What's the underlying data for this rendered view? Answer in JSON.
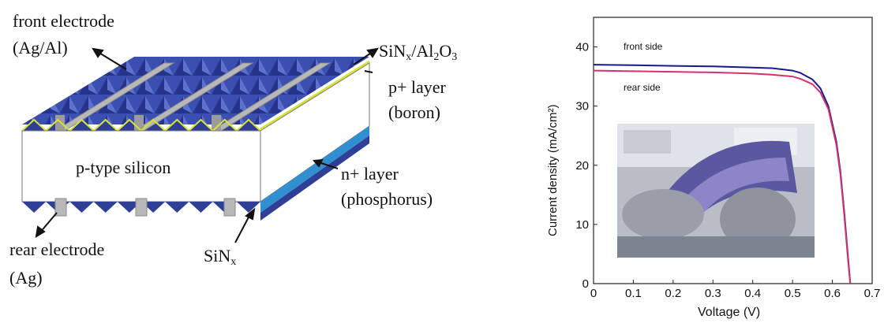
{
  "diagram": {
    "labels": {
      "front_electrode": [
        "front electrode",
        "(Ag/Al)"
      ],
      "sinx_al2o3": {
        "a": "SiN",
        "a_sub": "x",
        "b": "/Al",
        "b_sub": "2",
        "c": "O",
        "c_sub": "3"
      },
      "p_layer": [
        "p+ layer",
        "(boron)"
      ],
      "silicon": "p-type silicon",
      "n_layer": [
        "n+ layer",
        "(phosphorus)"
      ],
      "rear_electrode": [
        "rear electrode",
        "(Ag)"
      ],
      "sinx": {
        "a": "SiN",
        "a_sub": "x"
      }
    },
    "colors": {
      "pyramid": "#2e3f95",
      "electrode": "#b8b8b8",
      "p_layer": "#d8e23a",
      "n_layer": "#2f8fd0"
    }
  },
  "chart_data": {
    "type": "line",
    "xlabel": "Voltage (V)",
    "ylabel": "Current density (mA/cm²)",
    "xlim": [
      0,
      0.7
    ],
    "ylim": [
      0,
      45
    ],
    "xticks": [
      "0",
      "0.1",
      "0.2",
      "0.3",
      "0.4",
      "0.5",
      "0.6",
      "0.7"
    ],
    "yticks": [
      "0",
      "10",
      "20",
      "30",
      "40"
    ],
    "series": [
      {
        "name": "front side",
        "color": "#1a1a8c",
        "x": [
          0,
          0.1,
          0.2,
          0.3,
          0.4,
          0.45,
          0.5,
          0.52,
          0.55,
          0.57,
          0.59,
          0.61,
          0.62,
          0.63,
          0.64,
          0.645
        ],
        "y": [
          37.0,
          36.9,
          36.8,
          36.7,
          36.5,
          36.4,
          36.0,
          35.6,
          34.5,
          33.0,
          30.0,
          24.0,
          19.0,
          12.0,
          4.0,
          0
        ]
      },
      {
        "name": "rear side",
        "color": "#d6306e",
        "x": [
          0,
          0.1,
          0.2,
          0.3,
          0.4,
          0.45,
          0.5,
          0.52,
          0.55,
          0.57,
          0.59,
          0.61,
          0.62,
          0.63,
          0.64,
          0.645
        ],
        "y": [
          36.0,
          35.9,
          35.8,
          35.7,
          35.5,
          35.3,
          35.0,
          34.6,
          33.7,
          32.3,
          29.5,
          23.5,
          18.5,
          11.5,
          3.5,
          0
        ]
      }
    ],
    "annotations": [
      "front side",
      "rear side"
    ]
  }
}
